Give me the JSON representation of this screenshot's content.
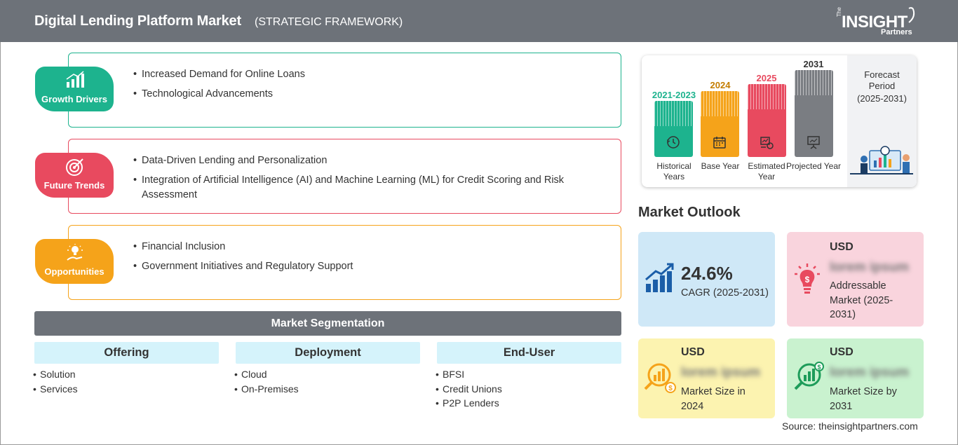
{
  "header": {
    "title": "Digital Lending Platform Market",
    "subtitle": "(STRATEGIC FRAMEWORK)",
    "logo": {
      "the": "The",
      "insight": "INSIGHT",
      "partners": "Partners"
    }
  },
  "framework": {
    "growth_drivers": {
      "label": "Growth Drivers",
      "color": "#1db38e",
      "icon": "growth-chart-icon",
      "items": [
        "Increased Demand for Online Loans",
        "Technological Advancements"
      ]
    },
    "future_trends": {
      "label": "Future Trends",
      "color": "#e84a5f",
      "icon": "target-icon",
      "items": [
        "Data-Driven Lending and Personalization",
        "Integration of Artificial Intelligence (AI) and Machine Learning (ML) for Credit Scoring and Risk Assessment"
      ]
    },
    "opportunities": {
      "label": "Opportunities",
      "color": "#f5a31a",
      "icon": "lightbulb-hand-icon",
      "items": [
        "Financial Inclusion",
        "Government Initiatives and Regulatory Support"
      ]
    }
  },
  "segmentation": {
    "title": "Market Segmentation",
    "columns": [
      {
        "heading": "Offering",
        "items": [
          "Solution",
          "Services"
        ]
      },
      {
        "heading": "Deployment",
        "items": [
          "Cloud",
          "On-Premises"
        ]
      },
      {
        "heading": "End-User",
        "items": [
          "BFSI",
          "Credit Unions",
          "P2P Lenders"
        ]
      }
    ]
  },
  "timeline": {
    "periods": [
      {
        "year": "2021-2023",
        "caption": "Historical Years",
        "color": "#1db38e",
        "icon": "history-clock-icon"
      },
      {
        "year": "2024",
        "caption": "Base Year",
        "color": "#f5a31a",
        "icon": "calendar-icon"
      },
      {
        "year": "2025",
        "caption": "Estimated Year",
        "color": "#e84a5f",
        "icon": "estimate-chart-icon"
      },
      {
        "year": "2031",
        "caption": "Projected Year",
        "color": "#7a7d82",
        "icon": "presentation-icon"
      }
    ],
    "forecast_title": "Forecast Period",
    "forecast_period": "(2025-2031)"
  },
  "outlook": {
    "title": "Market Outlook",
    "cagr": {
      "value": "24.6%",
      "label": "CAGR (2025-2031)",
      "color": "#cfe8f7"
    },
    "addressable": {
      "currency": "USD",
      "value": "lorem ipsum",
      "label": "Addressable Market (2025-2031)",
      "color": "#f9d4dd"
    },
    "size_2024": {
      "currency": "USD",
      "value": "lorem ipsum",
      "label": "Market Size in 2024",
      "color": "#fcf3b0"
    },
    "size_2031": {
      "currency": "USD",
      "value": "lorem ipsum",
      "label": "Market Size by 2031",
      "color": "#c9f2cf"
    }
  },
  "source": "Source: theinsightpartners.com"
}
